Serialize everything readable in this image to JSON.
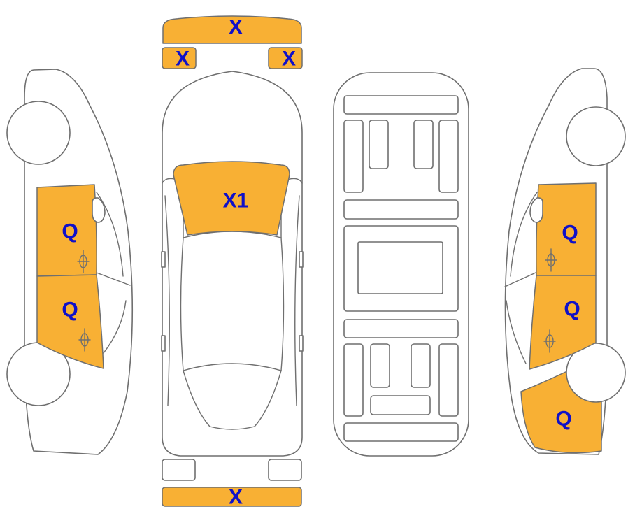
{
  "colors": {
    "highlight": "#F8B034",
    "label": "#1010C8",
    "outline": "#6F6F6F"
  },
  "labels": {
    "front_bumper": "X",
    "left_mirror": "X",
    "right_mirror": "X",
    "windshield": "X1",
    "left_front_door": "Q",
    "left_rear_door": "Q",
    "right_front_door": "Q",
    "right_rear_door": "Q",
    "right_rear_quarter": "Q",
    "rear_bumper": "X"
  }
}
